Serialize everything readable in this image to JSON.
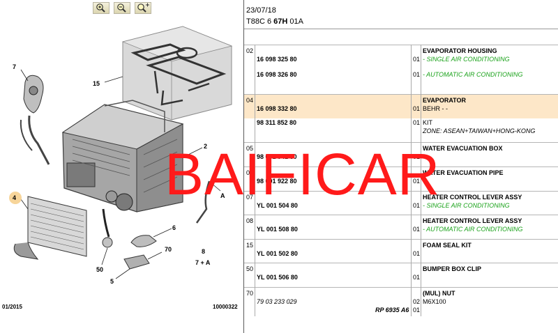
{
  "toolbar": {
    "zoom_in_icon": "magnifier-plus",
    "zoom_out_icon": "magnifier-minus",
    "zoom_fit_icon": "magnifier-fit"
  },
  "diagram": {
    "callouts": [
      "7",
      "15",
      "2",
      "4",
      "A",
      "6",
      "70",
      "50",
      "5",
      "8",
      "7 + A"
    ],
    "footer_left": "01/2015",
    "footer_right": "10000322"
  },
  "header": {
    "date": "23/07/18",
    "code_prefix": "T88C 6 ",
    "code_bold": "67H",
    "code_suffix": " 01A"
  },
  "rows": [
    {
      "fig": "02",
      "lines": [
        {
          "ref": "16 098 325 80",
          "qty": "01",
          "desc": "EVAPORATOR HOUSING"
        },
        {
          "sub": "- SINGLE AIR CONDITIONING"
        },
        {
          "ref": "16 098 326 80",
          "qty": "01",
          "sub": "- AUTOMATIC AIR CONDITIONING"
        }
      ]
    },
    {
      "fig": "04",
      "selected": true,
      "lines": [
        {
          "ref": "16 098 332 80",
          "qty": "01",
          "desc": "EVAPORATOR",
          "subk": "BEHR - -"
        },
        {
          "ref": "98 311 852 80",
          "qty": "01",
          "subk": "KIT",
          "note": "ZONE: ASEAN+TAIWAN+HONG-KONG"
        }
      ]
    },
    {
      "fig": "05",
      "ref": "98 001 941 80",
      "qty": "01",
      "desc": "WATER EVACUATION BOX"
    },
    {
      "fig": "06",
      "ref": "98 001 922 80",
      "qty": "01",
      "desc": "WATER EVACUATION PIPE"
    },
    {
      "fig": "07",
      "ref": "YL 001 504 80",
      "qty": "01",
      "desc": "HEATER CONTROL LEVER ASSY",
      "sub": "- SINGLE AIR CONDITIONING"
    },
    {
      "fig": "08",
      "ref": "YL 001 508 80",
      "qty": "01",
      "desc": "HEATER CONTROL LEVER ASSY",
      "sub": "- AUTOMATIC AIR CONDITIONING"
    },
    {
      "fig": "15",
      "ref": "YL 001 502 80",
      "qty": "01",
      "desc": "FOAM SEAL KIT"
    },
    {
      "fig": "50",
      "ref": "YL 001 506 80",
      "qty": "01",
      "desc": "BUMPER BOX CLIP"
    },
    {
      "fig": "70",
      "ref": "79 03 233 029",
      "qty": "02",
      "desc": "(MUL) NUT",
      "subk": "M6X100",
      "ref2": "RP 6935 A6",
      "qty2": "01"
    }
  ],
  "watermark": "BAIFICAR"
}
